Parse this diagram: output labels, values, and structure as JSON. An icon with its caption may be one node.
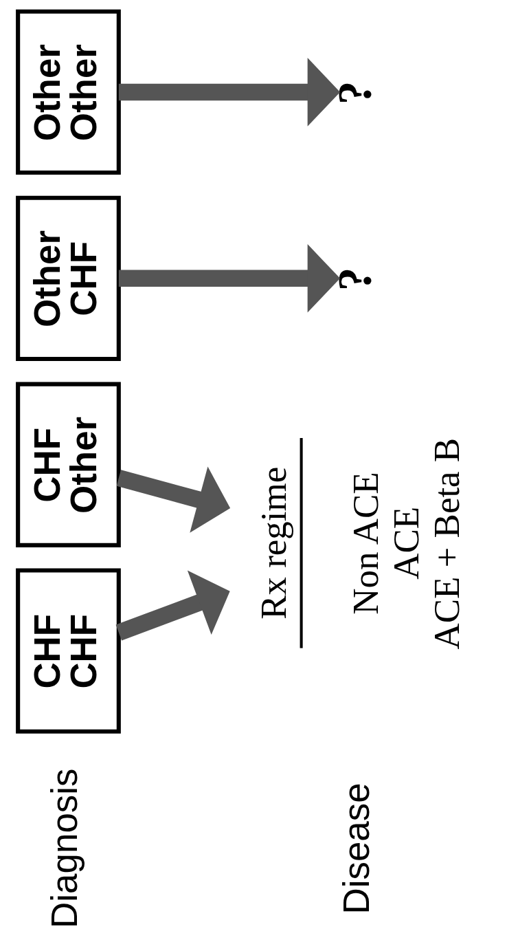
{
  "diagram": {
    "nodes": [
      {
        "text": [
          "CHF",
          "CHF"
        ]
      },
      {
        "text": [
          "CHF",
          "Other"
        ]
      },
      {
        "text": [
          "Other",
          "CHF"
        ]
      },
      {
        "text": [
          "Other",
          "Other"
        ]
      },
      {
        "text": [
          "Rx regime",
          "Non ACE",
          "ACE",
          "ACE + Beta B"
        ]
      },
      {
        "text": [
          "?"
        ]
      },
      {
        "text": [
          "?"
        ]
      }
    ],
    "edges": [
      {
        "from": 0,
        "to": 4,
        "arrow": "to"
      },
      {
        "from": 1,
        "to": 4,
        "arrow": "to"
      },
      {
        "from": 2,
        "to": 5,
        "arrow": "to"
      },
      {
        "from": 3,
        "to": 6,
        "arrow": "to"
      }
    ],
    "labels": [
      "Diagnosis",
      "Disease"
    ]
  }
}
